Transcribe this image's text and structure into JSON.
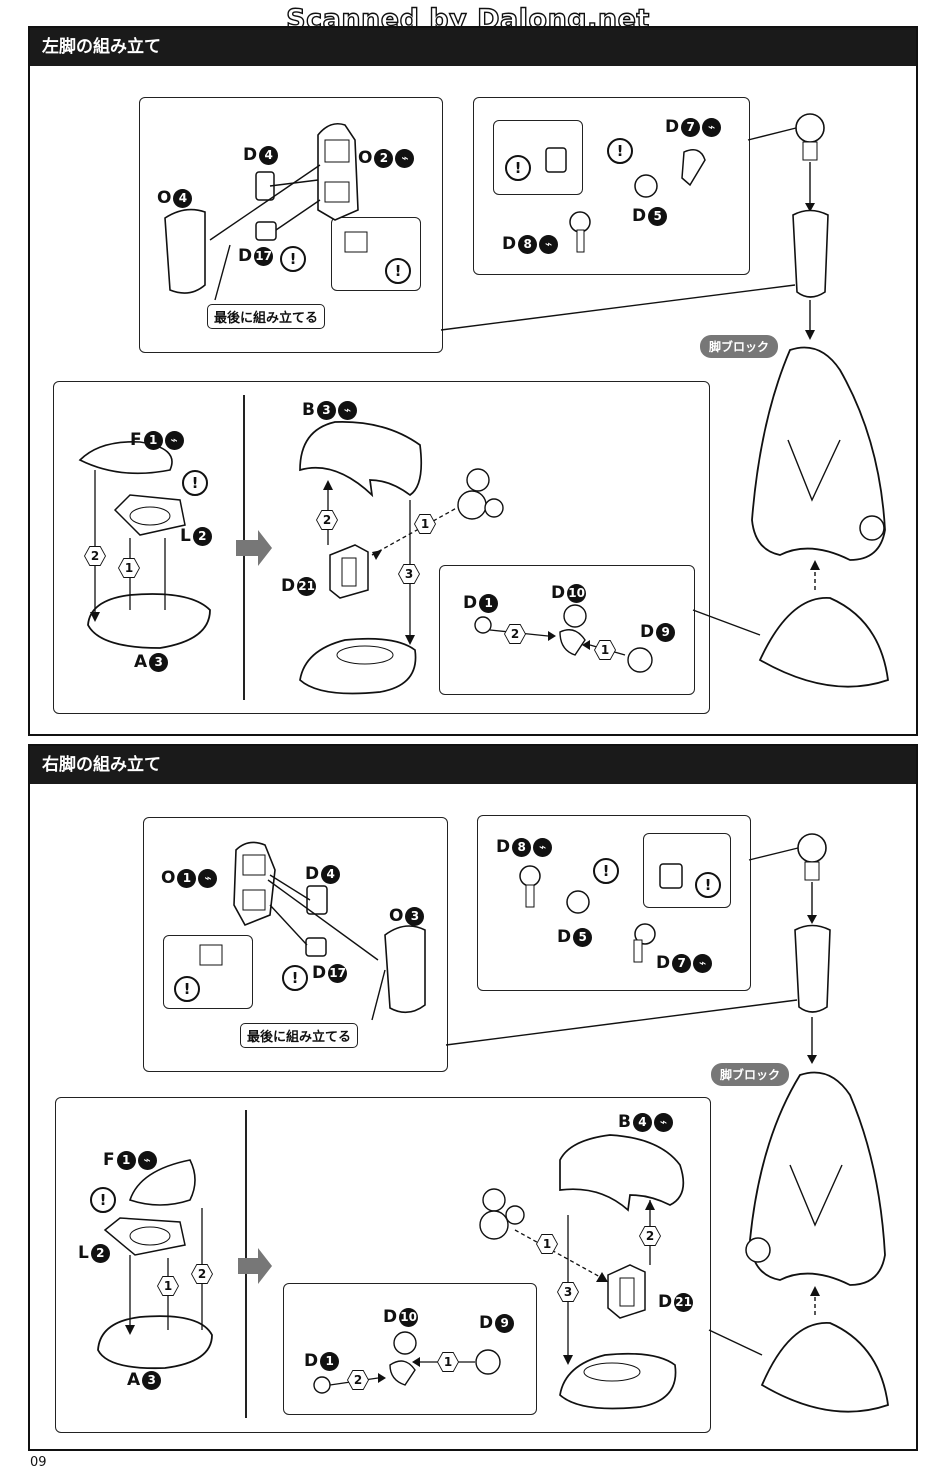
{
  "watermark": "Scanned by Dalong.net",
  "page_number": "09",
  "left": {
    "title": "左脚の組み立て",
    "tag_last": "最後に組み立てる",
    "leg_block": "脚ブロック",
    "parts": {
      "d4": {
        "letter": "D",
        "num": "4"
      },
      "o2": {
        "letter": "O",
        "num": "2"
      },
      "o4": {
        "letter": "O",
        "num": "4"
      },
      "d17": {
        "letter": "D",
        "num": "17"
      },
      "d7": {
        "letter": "D",
        "num": "7"
      },
      "d5": {
        "letter": "D",
        "num": "5"
      },
      "d8": {
        "letter": "D",
        "num": "8"
      },
      "b3": {
        "letter": "B",
        "num": "3"
      },
      "f1": {
        "letter": "F",
        "num": "1"
      },
      "l2": {
        "letter": "L",
        "num": "2"
      },
      "a3": {
        "letter": "A",
        "num": "3"
      },
      "d21": {
        "letter": "D",
        "num": "21"
      },
      "d1": {
        "letter": "D",
        "num": "1"
      },
      "d10": {
        "letter": "D",
        "num": "10"
      },
      "d9": {
        "letter": "D",
        "num": "9"
      }
    }
  },
  "right": {
    "title": "右脚の組み立て",
    "tag_last": "最後に組み立てる",
    "leg_block": "脚ブロック",
    "parts": {
      "o1": {
        "letter": "O",
        "num": "1"
      },
      "d4": {
        "letter": "D",
        "num": "4"
      },
      "o3": {
        "letter": "O",
        "num": "3"
      },
      "d17": {
        "letter": "D",
        "num": "17"
      },
      "d8": {
        "letter": "D",
        "num": "8"
      },
      "d5": {
        "letter": "D",
        "num": "5"
      },
      "d7": {
        "letter": "D",
        "num": "7"
      },
      "f1": {
        "letter": "F",
        "num": "1"
      },
      "l2": {
        "letter": "L",
        "num": "2"
      },
      "a3": {
        "letter": "A",
        "num": "3"
      },
      "b4": {
        "letter": "B",
        "num": "4"
      },
      "d21": {
        "letter": "D",
        "num": "21"
      },
      "d10": {
        "letter": "D",
        "num": "10"
      },
      "d9": {
        "letter": "D",
        "num": "9"
      },
      "d1": {
        "letter": "D",
        "num": "1"
      }
    }
  },
  "warn_glyph": "!",
  "steps": {
    "s1": "1",
    "s2": "2",
    "s3": "3"
  }
}
